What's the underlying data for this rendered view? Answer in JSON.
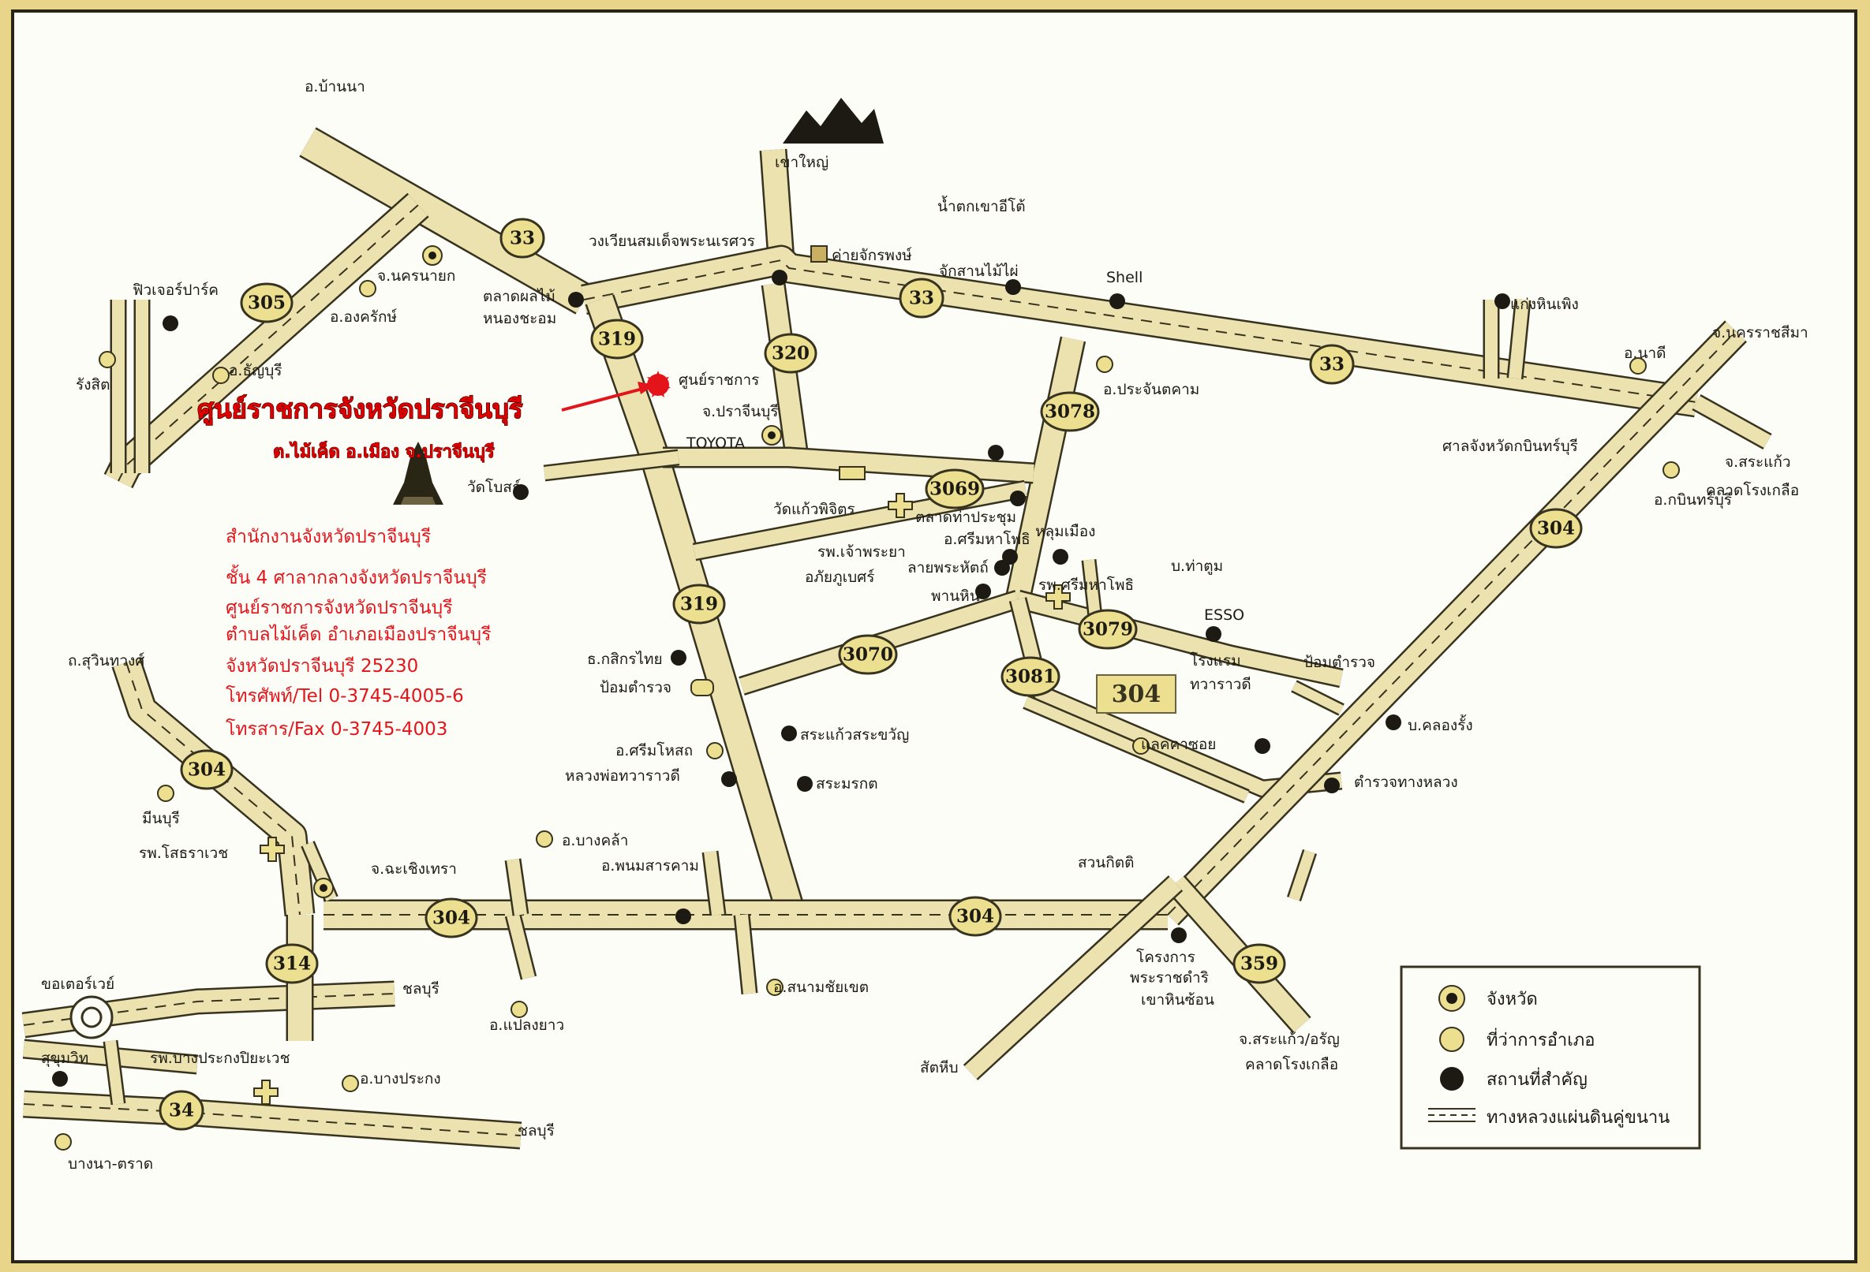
{
  "colors": {
    "page_bg": "#e9d58a",
    "map_bg": "#fdfdf8",
    "road_fill": "#ece2b0",
    "road_line": "#37331f",
    "marker_yellow": "#ece090",
    "accent_red": "#e3151b"
  },
  "highlight": {
    "title": "ศูนย์ราชการจังหวัดปราจีนบุรี",
    "subtitle": "ต.ไม้เค็ด อ.เมือง จ.ปราจีนบุรี"
  },
  "office": {
    "lines": [
      "สำนักงานจังหวัดปราจีนบุรี",
      "ชั้น 4 ศาลากลางจังหวัดปราจีนบุรี",
      "ศูนย์ราชการจังหวัดปราจีนบุรี",
      "ตำบลไม้เค็ด อำเภอเมืองปราจีนบุรี",
      "จังหวัดปราจีนบุรี  25230",
      "โทรศัพท์/Tel  0-3745-4005-6",
      "โทรสาร/Fax  0-3745-4003"
    ]
  },
  "shields": [
    "33",
    "33",
    "33",
    "305",
    "319",
    "320",
    "3078",
    "3069",
    "319",
    "3070",
    "3081",
    "3079",
    "304",
    "304",
    "304",
    "304",
    "314",
    "34",
    "359"
  ],
  "places": [
    "อ.บ้านนา",
    "เขาใหญ่",
    "วงเวียนสมเด็จพระนเรศวร",
    "ค่ายจักรพงษ์",
    "น้ำตกเขาอีโต้",
    "จักสานไม้ไผ่",
    "Shell",
    "แก่งหินเพิง",
    "จ.นครราชสีมา",
    "อ.นาดี",
    "ฟิวเจอร์ปาร์ค",
    "จ.นครนายก",
    "อ.องครักษ์",
    "ตลาดผลไม้",
    "หนองชะอม",
    "อ.ธัญบุรี",
    "รังสิต",
    "ศูนย์ราชการ",
    "จ.ปราจีนบุรี",
    "TOYOTA",
    "อ.ประจันตคาม",
    "ศาลจังหวัดกบินทร์บุรี",
    "จ.สระแก้ว",
    "คลาดโรงเกลือ",
    "อ.กบินทร์บุรี",
    "วัดโบสถ์",
    "วัดแก้วพิจิตร",
    "ตลาดท่าประชุม",
    "อ.ศรีมหาโพธิ",
    "รพ.เจ้าพระยา",
    "อภัยภูเบศร์",
    "ลายพระหัตถ์",
    "พานหิน",
    "หลุมเมือง",
    "บ.ท่าตูม",
    "รพ.ศรีมหาโพธิ",
    "ESSO",
    "ป้อมตำรวจ",
    "ธ.กสิกรไทย",
    "ป้อมตำรวจ",
    "สระแก้วสระขวัญ",
    "อ.ศรีมโหสถ",
    "หลวงพ่อทวาราวดี",
    "สระมรกต",
    "โรงแรม",
    "ทวาราวดี",
    "แลคคาซอย",
    "บ.คลองรั้ง",
    "ตำรวจทางหลวง",
    "ถ.สุวินทวงศ์",
    "มีนบุรี",
    "รพ.โสธราเวช",
    "จ.ฉะเชิงเทรา",
    "อ.บางคล้า",
    "อ.พนมสารคาม",
    "สวนกิตติ",
    "ขอเตอร์เวย์",
    "ชลบุรี",
    "อ.แปลงยาว",
    "อ.สนามชัยเขต",
    "โครงการ",
    "พระราชดำริ",
    "เขาหินซ้อน",
    "จ.สระแก้ว/อรัญ",
    "คลาดโรงเกลือ",
    "สัตหีบ",
    "รพ.บางประกงปิยะเวช",
    "อ.บางประกง",
    "ชลบุรี",
    "บางนา-ตราด",
    "สุขุมวิท"
  ],
  "legend": {
    "items": [
      "จังหวัด",
      "ที่ว่าการอำเภอ",
      "สถานที่สำคัญ",
      "ทางหลวงแผ่นดินคู่ขนาน"
    ]
  },
  "hotel_logo": "304"
}
